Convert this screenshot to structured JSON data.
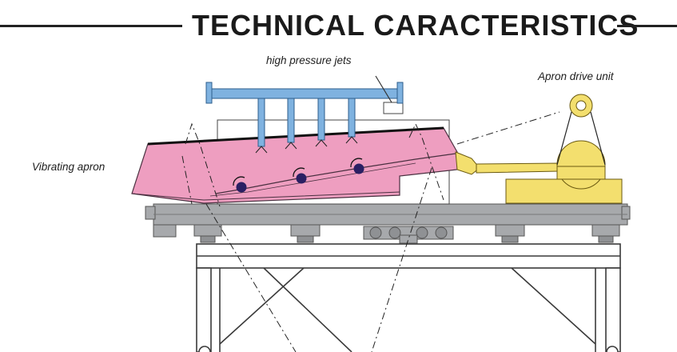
{
  "title": "TECHNICAL CARACTERISTICS",
  "labels": {
    "jets": "high pressure jets",
    "drive": "Apron drive unit",
    "apron": "Vibrating apron"
  },
  "colors": {
    "apron": "#ee9ec0",
    "jets": "#7fb2e0",
    "drive": "#f3df6e",
    "frame": "#a7a9ac",
    "ink": "#1a1a1a",
    "ball": "#2b1f63"
  }
}
